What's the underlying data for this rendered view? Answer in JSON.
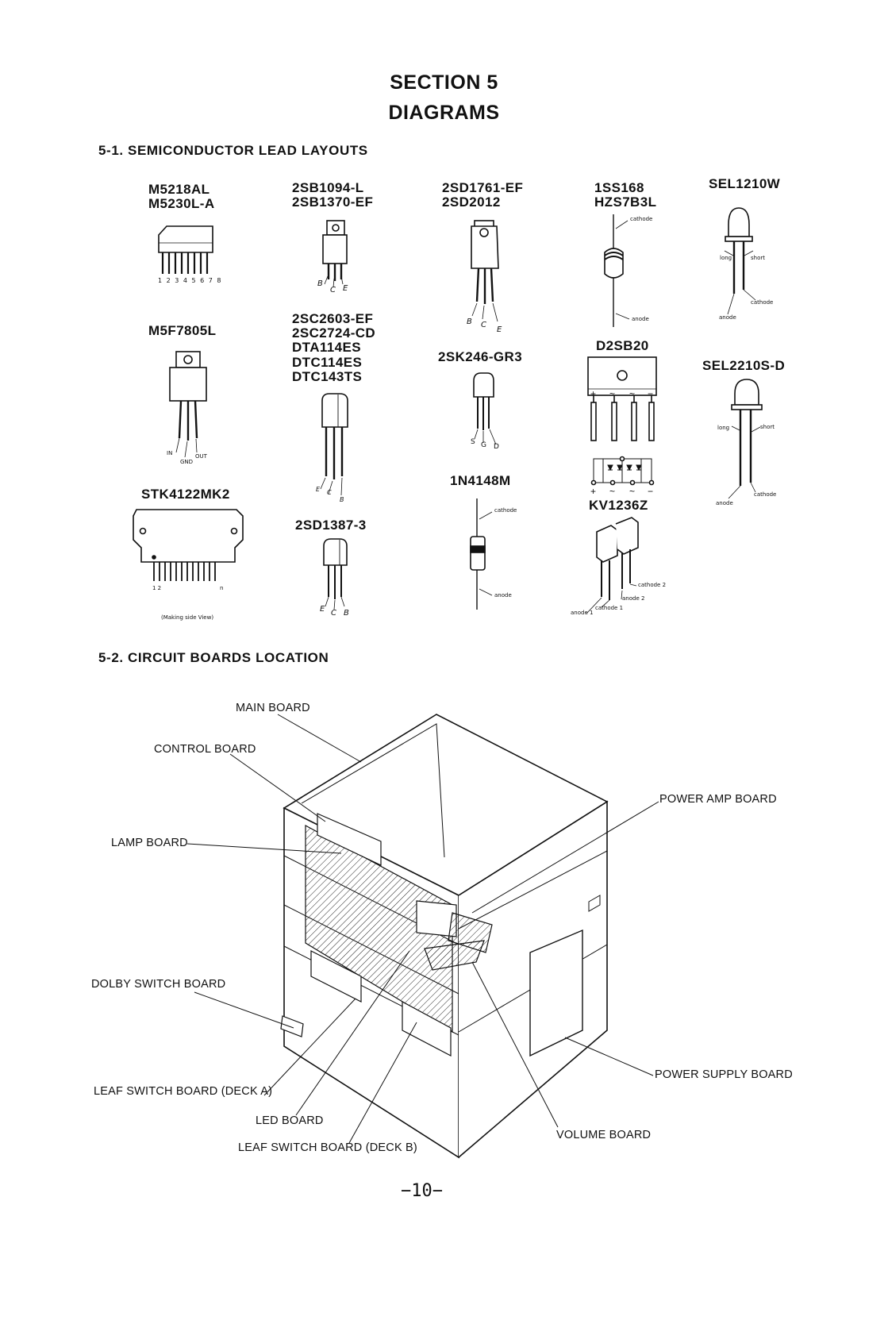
{
  "header": {
    "section": "SECTION 5",
    "title": "DIAGRAMS"
  },
  "sections": {
    "lead_layouts": "5-1.  SEMICONDUCTOR LEAD LAYOUTS",
    "boards_location": "5-2.  CIRCUIT BOARDS LOCATION"
  },
  "parts": {
    "m5218": [
      "M5218AL",
      "M5230L-A"
    ],
    "m5218_pins": "1 2 3 4 5 6 7 8",
    "m5f7805": "M5F7805L",
    "m5f7805_pins": [
      "IN",
      "GND",
      "OUT"
    ],
    "stk": "STK4122MK2",
    "stk_pins": [
      "1 2",
      "n"
    ],
    "stk_note": "(Making side View)",
    "sb1094": [
      "2SB1094-L",
      "2SB1370-EF"
    ],
    "sb1094_pins": [
      "B",
      "C",
      "E"
    ],
    "sc2603": [
      "2SC2603-EF",
      "2SC2724-CD",
      "DTA114ES",
      "DTC114ES",
      "DTC143TS"
    ],
    "sc2603_pins": [
      "E",
      "C",
      "B"
    ],
    "sd1387": "2SD1387-3",
    "sd1387_pins": [
      "E",
      "C",
      "B"
    ],
    "sd1761": [
      "2SD1761-EF",
      "2SD2012"
    ],
    "sd1761_pins": [
      "B",
      "C",
      "E"
    ],
    "sk246": "2SK246-GR3",
    "sk246_pins": [
      "S",
      "G",
      "D"
    ],
    "n4148": "1N4148M",
    "n4148_labels": [
      "cathode",
      "anode"
    ],
    "ss168": [
      "1SS168",
      "HZS7B3L"
    ],
    "ss168_labels": [
      "cathode",
      "anode"
    ],
    "d2sb20": "D2SB20",
    "d2sb20_signs": [
      "+",
      "~",
      "~",
      "−"
    ],
    "kv1236": "KV1236Z",
    "kv1236_labels": [
      "cathode 2",
      "anode 2",
      "cathode 1",
      "anode 1"
    ],
    "sel1210": "SEL1210W",
    "sel1210_labels": [
      "long",
      "short",
      "cathode",
      "anode"
    ],
    "sel2210": "SEL2210S-D",
    "sel2210_labels": [
      "long",
      "short",
      "cathode",
      "anode"
    ]
  },
  "boards": {
    "main": "MAIN BOARD",
    "control": "CONTROL BOARD",
    "lamp": "LAMP BOARD",
    "power_amp": "POWER AMP BOARD",
    "dolby": "DOLBY SWITCH BOARD",
    "leaf_a": "LEAF SWITCH BOARD (DECK A)",
    "led": "LED BOARD",
    "leaf_b": "LEAF SWITCH BOARD (DECK B)",
    "volume": "VOLUME BOARD",
    "power_supply": "POWER SUPPLY BOARD"
  },
  "footer": {
    "page": "−10−"
  }
}
